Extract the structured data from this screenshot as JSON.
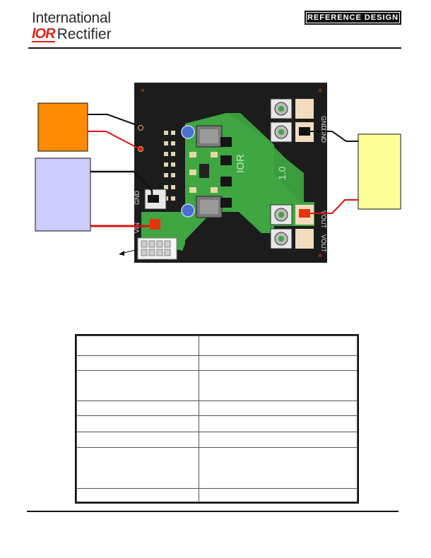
{
  "header": {
    "brand_line1": "International",
    "brand_mark": "IOR",
    "brand_name": "Rectifier",
    "badge": "REFERENCE DESIGN"
  },
  "board": {
    "silkscreen": {
      "gnd_in": "GND",
      "vin": "VIN",
      "gnd_out_top": "GND",
      "gnd_out_mid": "GND",
      "vout_mid": "VOUT",
      "vout_bottom": "VOUT",
      "logo": "IOR",
      "rev": "1.0"
    },
    "connector_arrow": "connector"
  },
  "table": {
    "rows": [
      {
        "c1": "",
        "c2": ""
      },
      {
        "c1": "",
        "c2": ""
      },
      {
        "c1": "",
        "c2": ""
      },
      {
        "c1": "",
        "c2": ""
      },
      {
        "c1": "",
        "c2": ""
      },
      {
        "c1": "",
        "c2": ""
      },
      {
        "c1": "",
        "c2": ""
      },
      {
        "c1": "",
        "c2": ""
      }
    ]
  },
  "colors": {
    "board_bg": "#1c1c1c",
    "board_copper": "#3fa641",
    "orange_box": "#ff8c00",
    "lavender_box": "#ccccff",
    "yellow_box": "#ffff99",
    "red_wire": "#dd1111",
    "brand_red": "#e1251b"
  }
}
